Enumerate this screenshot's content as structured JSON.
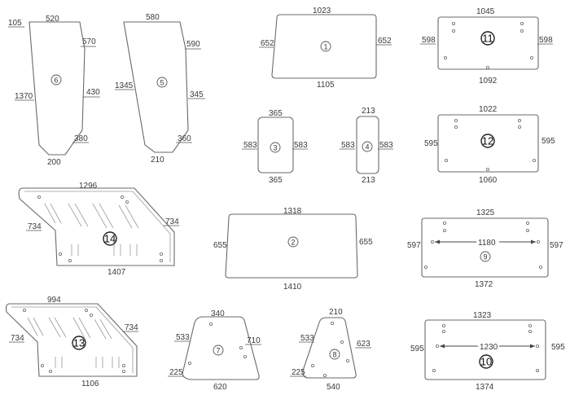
{
  "parts": {
    "p1": {
      "number": "1",
      "top": "1023",
      "bottom": "1105",
      "left": "652",
      "right": "652"
    },
    "p2": {
      "number": "2",
      "top": "1318",
      "bottom": "1410",
      "left": "655",
      "right": "655"
    },
    "p3": {
      "number": "3",
      "top": "365",
      "bottom": "365",
      "left": "583",
      "right": "583"
    },
    "p4": {
      "number": "4",
      "top": "213",
      "bottom": "213",
      "left": "583",
      "right": "583"
    },
    "p5": {
      "number": "5",
      "top": "580",
      "right_upper": "590",
      "left": "1345",
      "right_mid": "345",
      "right_lower": "360",
      "bottom": "210"
    },
    "p6": {
      "number": "6",
      "corner": "105",
      "top": "520",
      "right_upper": "570",
      "left": "1370",
      "right_mid": "430",
      "right_lower": "380",
      "bottom": "200"
    },
    "p7": {
      "number": "7",
      "top": "340",
      "left": "533",
      "right": "710",
      "corner": "225",
      "bottom": "620"
    },
    "p8": {
      "number": "8",
      "top": "210",
      "left": "533",
      "right": "623",
      "corner": "225",
      "bottom": "540"
    },
    "p9": {
      "number": "9",
      "top": "1325",
      "bottom": "1372",
      "left": "597",
      "right": "597",
      "span": "1180"
    },
    "p10": {
      "number": "10",
      "top": "1323",
      "bottom": "1374",
      "left": "595",
      "right": "595",
      "span": "1230"
    },
    "p11": {
      "number": "11",
      "top": "1045",
      "bottom": "1092",
      "left": "598",
      "right": "598"
    },
    "p12": {
      "number": "12",
      "top": "1022",
      "bottom": "1060",
      "left": "595",
      "right": "595"
    },
    "p13": {
      "number": "13",
      "top": "994",
      "bottom": "1106",
      "left": "734",
      "right": "734"
    },
    "p14": {
      "number": "14",
      "top": "1296",
      "bottom": "1407",
      "left": "734",
      "right": "734"
    }
  }
}
